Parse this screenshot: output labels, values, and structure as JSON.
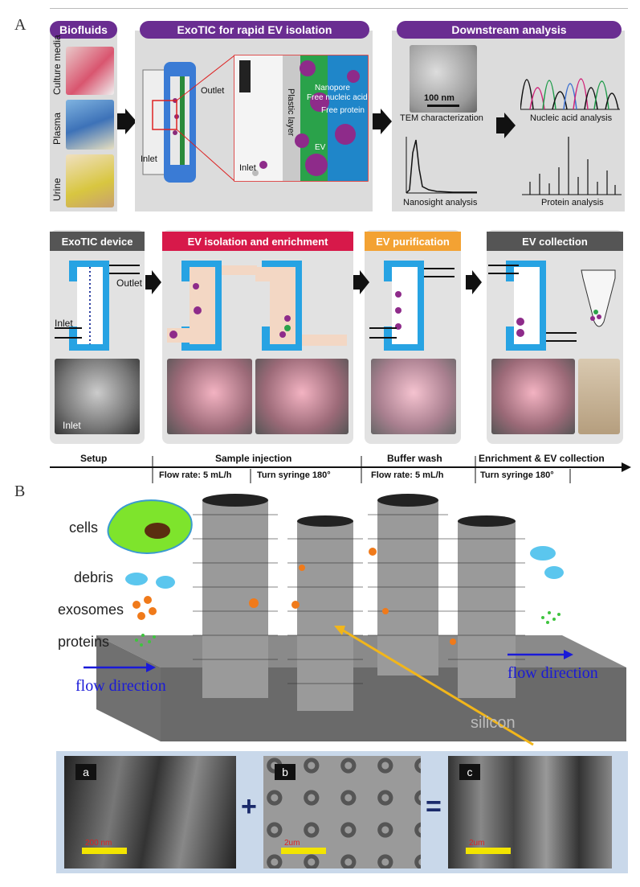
{
  "panel_a": {
    "letter": "A",
    "top": {
      "biofluids_title": "Biofluids",
      "biofluids": [
        "Culture media",
        "Plasma",
        "Urine"
      ],
      "exotic_title": "ExoTIC for rapid EV isolation",
      "exotic_labels": {
        "outlet": "Outlet",
        "inlet": "Inlet",
        "plastic_layer": "Plastic layer",
        "nanopore": "Nanopore",
        "free_nucleic_acid": "Free nucleic acid",
        "free_protein": "Free protein",
        "ev": "EV"
      },
      "downstream_title": "Downstream analysis",
      "tem_scale": "100 nm",
      "tem_label": "TEM characterization",
      "nucleic_label": "Nucleic acid analysis",
      "nanosight_label": "Nanosight analysis",
      "protein_label": "Protein analysis"
    },
    "workflow": {
      "steps": [
        {
          "title": "ExoTIC device",
          "color": "#555555"
        },
        {
          "title": "EV isolation and enrichment",
          "color": "#d7194a"
        },
        {
          "title": "EV purification",
          "color": "#f3a233"
        },
        {
          "title": "EV collection",
          "color": "#555555"
        }
      ],
      "device_labels": {
        "outlet": "Outlet",
        "inlet": "Inlet",
        "photo_inlet": "Inlet"
      },
      "timeline": {
        "setup": "Setup",
        "sample_injection": "Sample injection",
        "buffer_wash": "Buffer wash",
        "enrichment": "Enrichment & EV collection"
      },
      "subs": [
        "Flow rate: 5 mL/h",
        "Turn syringe 180°",
        "Flow rate: 5 mL/h",
        "Turn syringe 180°"
      ]
    }
  },
  "panel_b": {
    "letter": "B",
    "legend": {
      "cells": "cells",
      "debris": "debris",
      "exosomes": "exosomes",
      "proteins": "proteins"
    },
    "flow_left": "flow direction",
    "flow_right": "flow direction",
    "substrate": "silicon",
    "sem": [
      {
        "tag": "a",
        "scale": "200 nm"
      },
      {
        "tag": "b",
        "scale": "2um"
      },
      {
        "tag": "c",
        "scale": "2um"
      }
    ],
    "ops": {
      "plus": "+",
      "equals": "="
    }
  }
}
